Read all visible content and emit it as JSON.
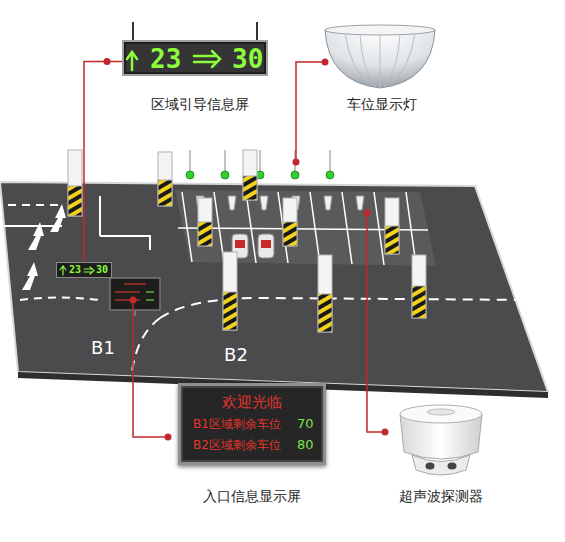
{
  "diagram": {
    "nodes": [
      {
        "text": [
          "23",
          "30"
        ]
      },
      {
        "text": [
          "欢迎光临",
          "B1区域剩余车位",
          "70",
          "B2区域剩余车位",
          "80"
        ]
      },
      {
        "text": [
          "23",
          "30"
        ]
      }
    ],
    "edges": [
      {
        "from": 0,
        "to": 2,
        "arrow": "none"
      }
    ],
    "labels": [
      "区域引导信息屏",
      "车位显示灯",
      "B1",
      "B2",
      "入口信息显示屏",
      "超声波探测器"
    ]
  }
}
